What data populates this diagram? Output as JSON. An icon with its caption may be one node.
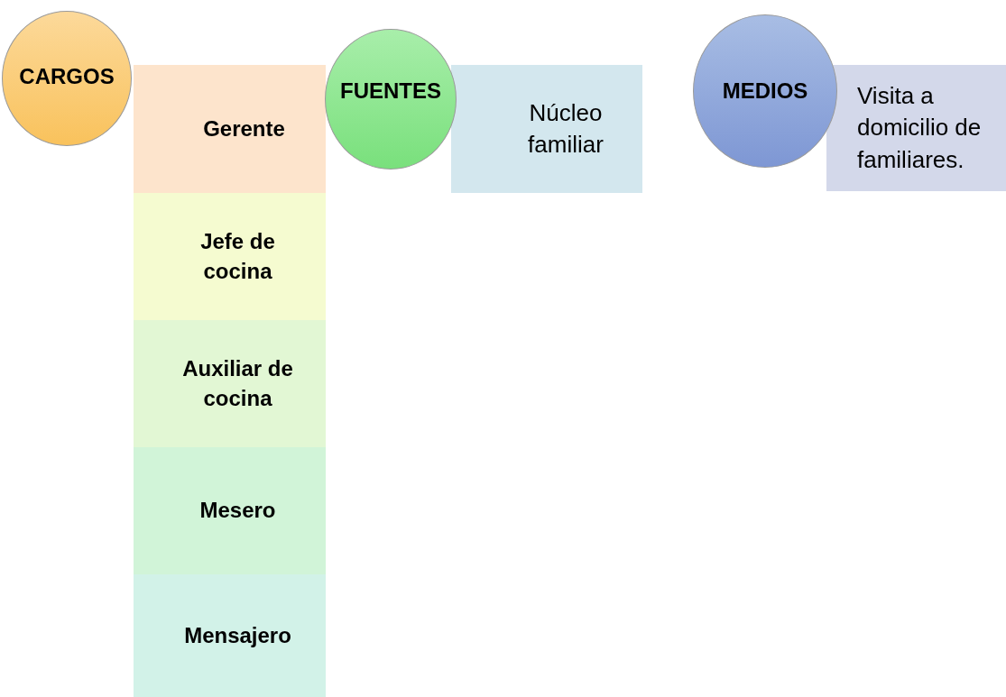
{
  "diagram": {
    "nodes": [
      {
        "text": [
          "CARGOS"
        ]
      },
      {
        "text": [
          "Gerente"
        ]
      },
      {
        "text": [
          "Jefe de cocina"
        ]
      },
      {
        "text": [
          "Auxiliar de cocina"
        ]
      },
      {
        "text": [
          "Mesero"
        ]
      },
      {
        "text": [
          "Mensajero"
        ]
      },
      {
        "text": [
          "FUENTES"
        ]
      },
      {
        "text": [
          "Núcleo familiar"
        ]
      },
      {
        "text": [
          "MEDIOS"
        ]
      },
      {
        "text": [
          "Visita a domicilio de familiares."
        ]
      }
    ]
  }
}
